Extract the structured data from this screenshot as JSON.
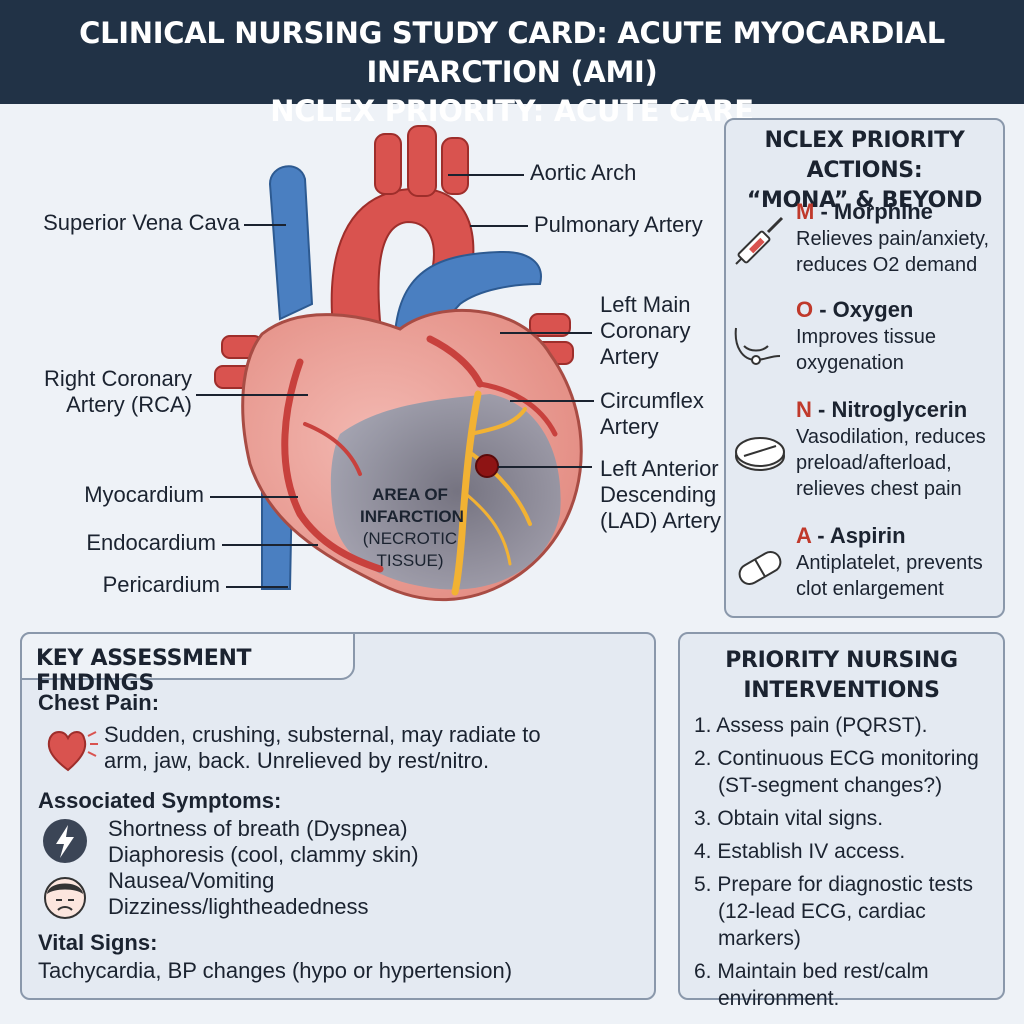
{
  "header": {
    "line1": "CLINICAL NURSING STUDY CARD: ACUTE MYOCARDIAL INFARCTION (AMI)",
    "line2": "NCLEX PRIORITY: ACUTE CARE"
  },
  "diagram": {
    "labels": {
      "svc": "Superior Vena Cava",
      "rca1": "Right Coronary",
      "rca2": "Artery (RCA)",
      "myocardium": "Myocardium",
      "endocardium": "Endocardium",
      "pericardium": "Pericardium",
      "aortic_arch": "Aortic Arch",
      "pulmonary_artery": "Pulmonary Artery",
      "lmca1": "Left Main",
      "lmca2": "Coronary",
      "lmca3": "Artery",
      "cx1": "Circumflex",
      "cx2": "Artery",
      "lad1": "Left Anterior",
      "lad2": "Descending",
      "lad3": "(LAD) Artery",
      "infarct1": "AREA OF",
      "infarct2": "INFARCTION",
      "infarct3": "(NECROTIC",
      "infarct4": "TISSUE)"
    },
    "colors": {
      "vein": "#4a7fc1",
      "artery": "#d9534f",
      "myocardium": "#eaa29b",
      "infarct": "#7a7f8e",
      "lad": "#f2b233"
    }
  },
  "mona": {
    "title1": "NCLEX PRIORITY ACTIONS:",
    "title2": "“MONA” & BEYOND",
    "items": [
      {
        "letter": "M",
        "name": " - Morphine",
        "d1": "Relieves pain/anxiety,",
        "d2": "reduces O2 demand",
        "d3": "",
        "icon": "syringe-icon"
      },
      {
        "letter": "O",
        "name": " - Oxygen",
        "d1": "Improves tissue",
        "d2": "oxygenation",
        "d3": "",
        "icon": "nasal-cannula-icon"
      },
      {
        "letter": "N",
        "name": " - Nitroglycerin",
        "d1": "Vasodilation, reduces",
        "d2": "preload/afterload,",
        "d3": "relieves chest pain",
        "icon": "tablet-icon"
      },
      {
        "letter": "A",
        "name": " - Aspirin",
        "d1": "Antiplatelet, prevents",
        "d2": "clot enlargement",
        "d3": "",
        "icon": "capsule-icon"
      }
    ]
  },
  "assessment": {
    "title": "KEY ASSESSMENT FINDINGS",
    "chest_pain": {
      "label": "Chest Pain:",
      "l1": "Sudden, crushing, substernal, may radiate to",
      "l2": "arm, jaw, back. Unrelieved by rest/nitro.",
      "icon": "heart-pain-icon"
    },
    "associated": {
      "label": "Associated Symptoms:",
      "items": [
        "Shortness of breath (Dyspnea)",
        "Diaphoresis (cool, clammy skin)",
        "Nausea/Vomiting",
        "Dizziness/lightheadedness"
      ],
      "icons": [
        "lightning-icon",
        "sick-face-icon"
      ]
    },
    "vitals": {
      "label": "Vital Signs:",
      "text": "Tachycardia, BP changes (hypo or hypertension)"
    }
  },
  "interventions": {
    "title1": "PRIORITY NURSING",
    "title2": "INTERVENTIONS",
    "items": [
      {
        "l1": "1. Assess pain (PQRST).",
        "l2": ""
      },
      {
        "l1": "2. Continuous ECG monitoring",
        "l2": "(ST-segment changes?)"
      },
      {
        "l1": "3. Obtain vital signs.",
        "l2": ""
      },
      {
        "l1": "4. Establish IV access.",
        "l2": ""
      },
      {
        "l1": "5. Prepare for diagnostic tests",
        "l2": "(12-lead ECG, cardiac markers)"
      },
      {
        "l1": "6. Maintain bed rest/calm",
        "l2": "environment."
      }
    ]
  }
}
